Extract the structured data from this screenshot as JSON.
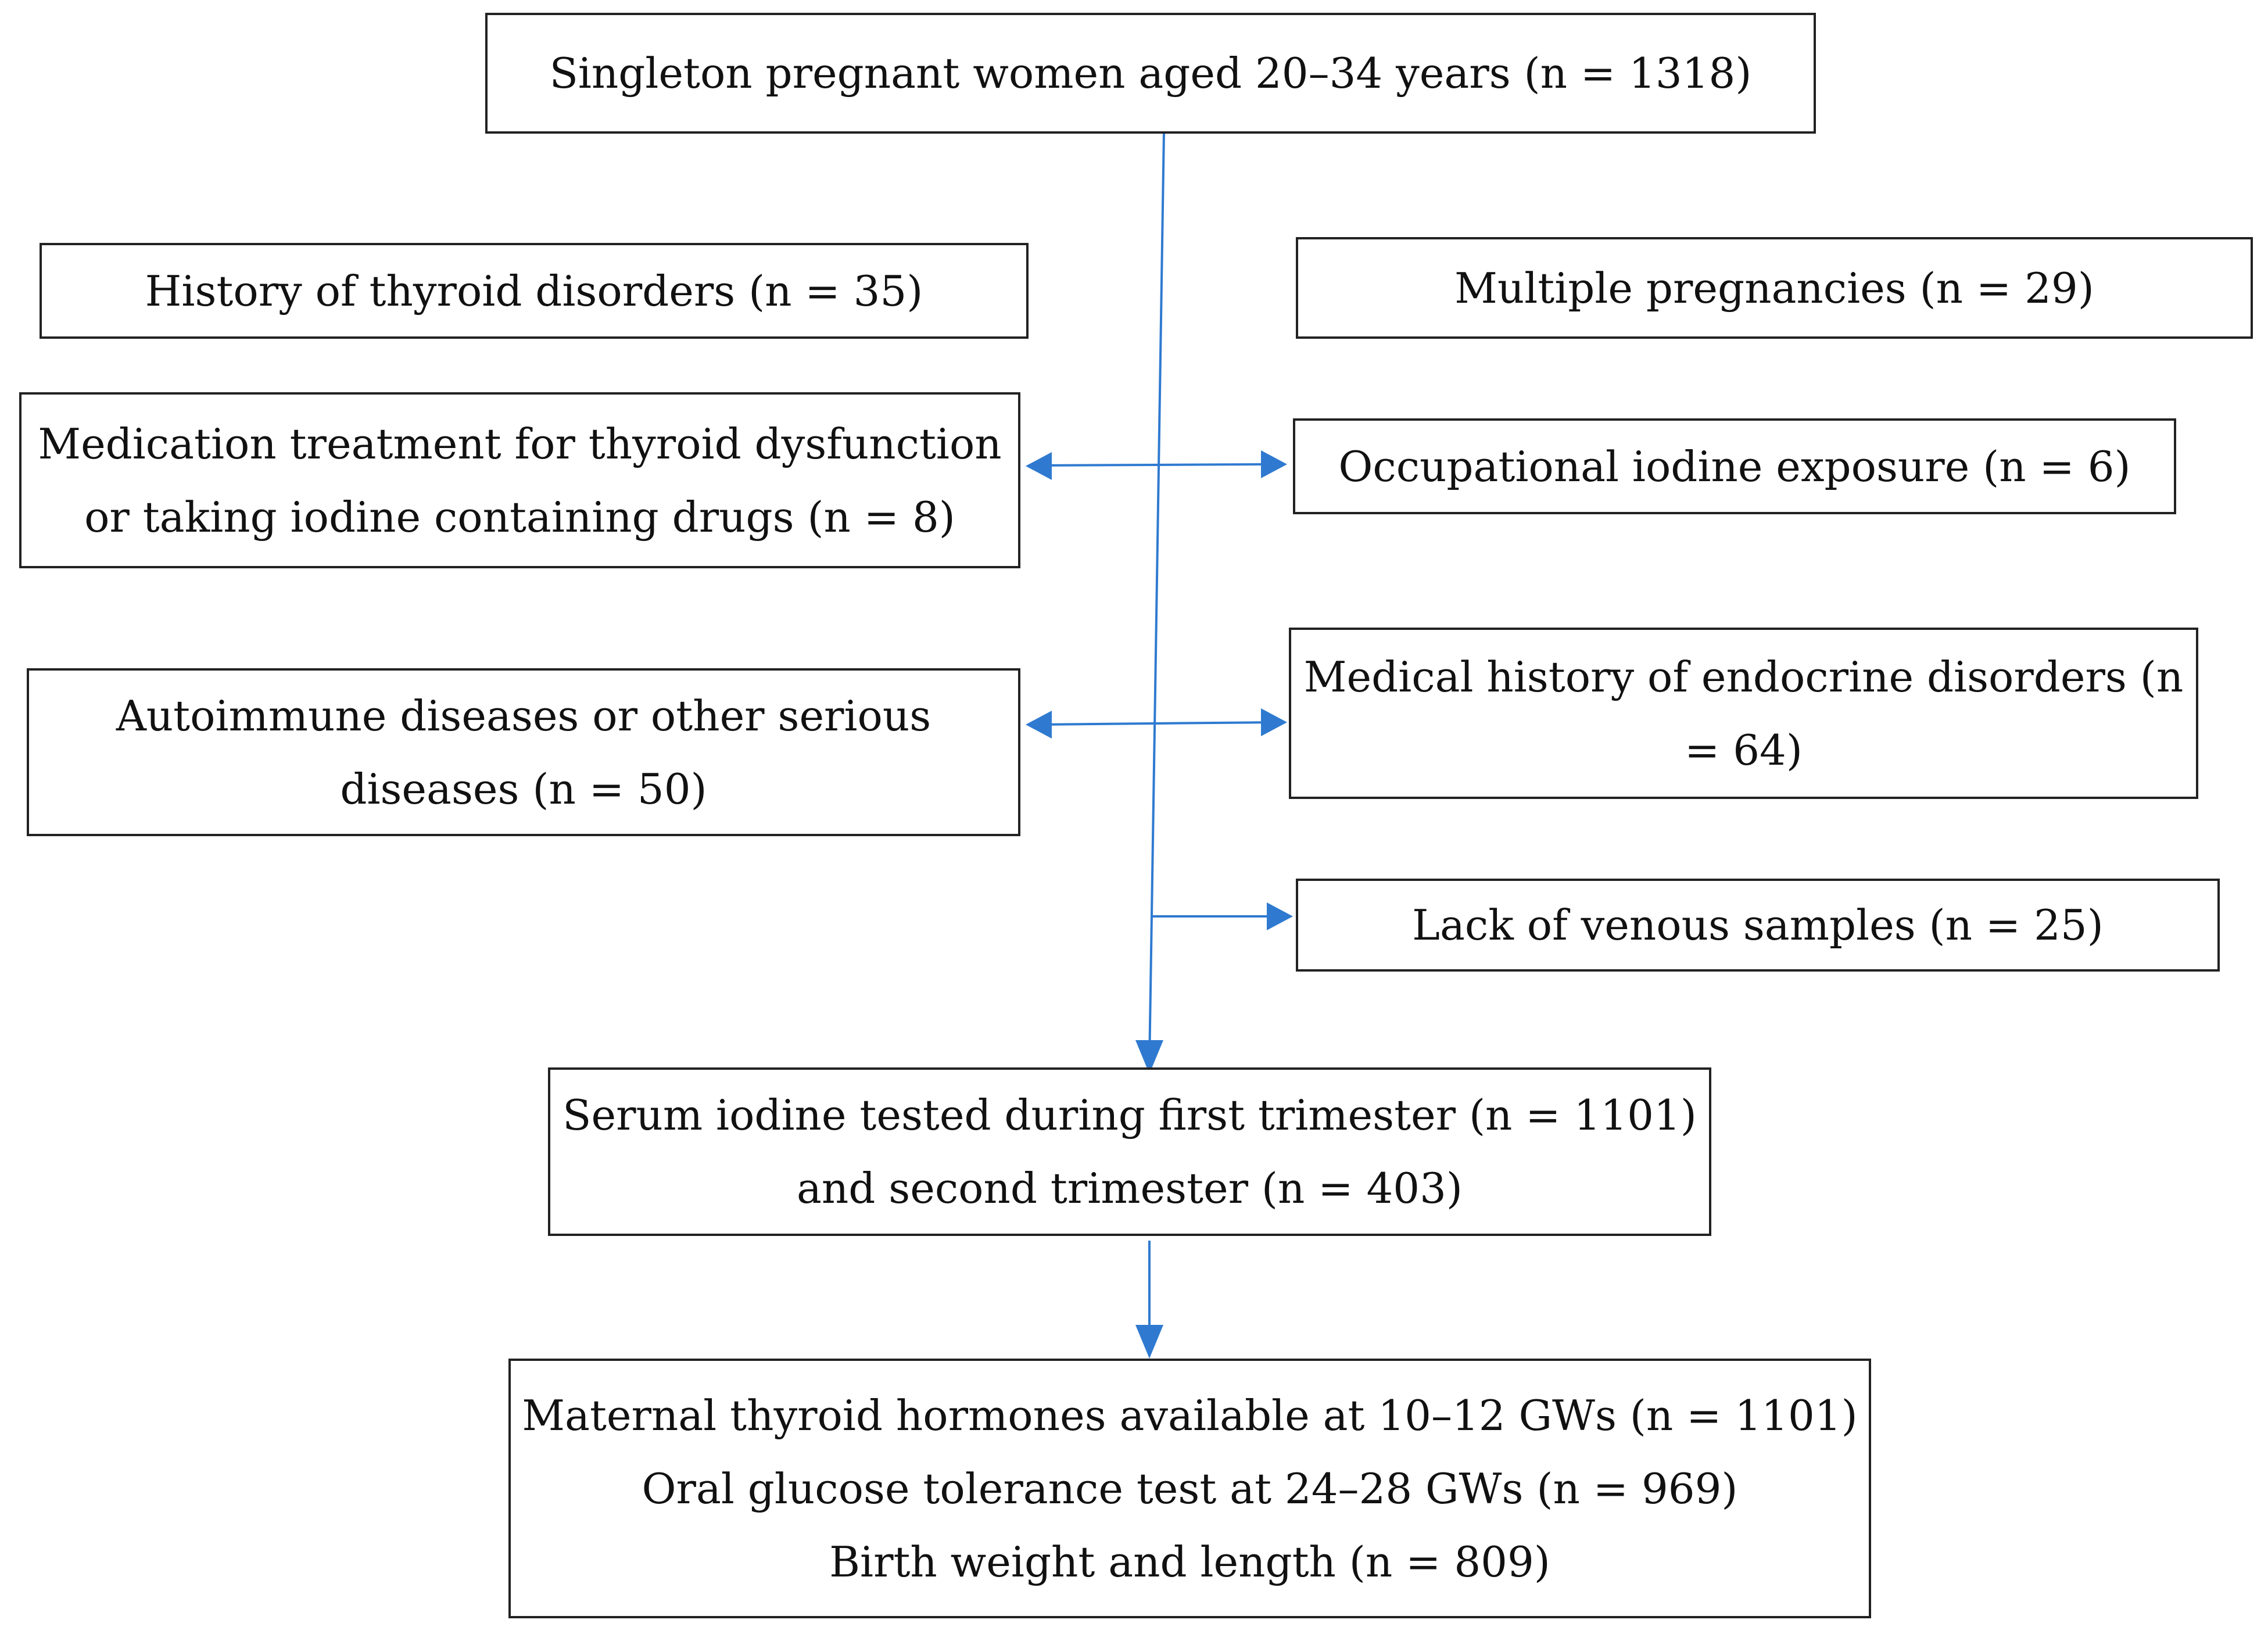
{
  "flowchart": {
    "start": {
      "label": "Singleton pregnant women aged 20–34 years (n = 1318)"
    },
    "exclusions_left": [
      {
        "lines": [
          "History of thyroid disorders (n = 35)"
        ]
      },
      {
        "lines": [
          "Medication treatment for thyroid dysfunction",
          "or taking iodine containing drugs (n = 8)"
        ]
      },
      {
        "lines": [
          "Autoimmune diseases or other serious",
          "diseases (n = 50)"
        ]
      }
    ],
    "exclusions_right": [
      {
        "lines": [
          "Multiple pregnancies (n = 29)"
        ]
      },
      {
        "lines": [
          "Occupational iodine exposure (n = 6)"
        ]
      },
      {
        "lines": [
          "Medical history of endocrine disorders (n",
          "= 64)"
        ]
      },
      {
        "lines": [
          "Lack of venous samples (n = 25)"
        ]
      }
    ],
    "tested": {
      "lines": [
        "Serum iodine tested during first trimester (n = 1101)",
        "and second trimester (n = 403)"
      ]
    },
    "outcomes": {
      "lines": [
        "Maternal thyroid hormones available at 10–12 GWs (n = 1101)",
        "Oral glucose tolerance test at 24–28 GWs (n = 969)",
        "Birth weight and length (n = 809)"
      ]
    }
  },
  "colors": {
    "arrow": "#2f7ad0",
    "box_border": "#222222"
  }
}
